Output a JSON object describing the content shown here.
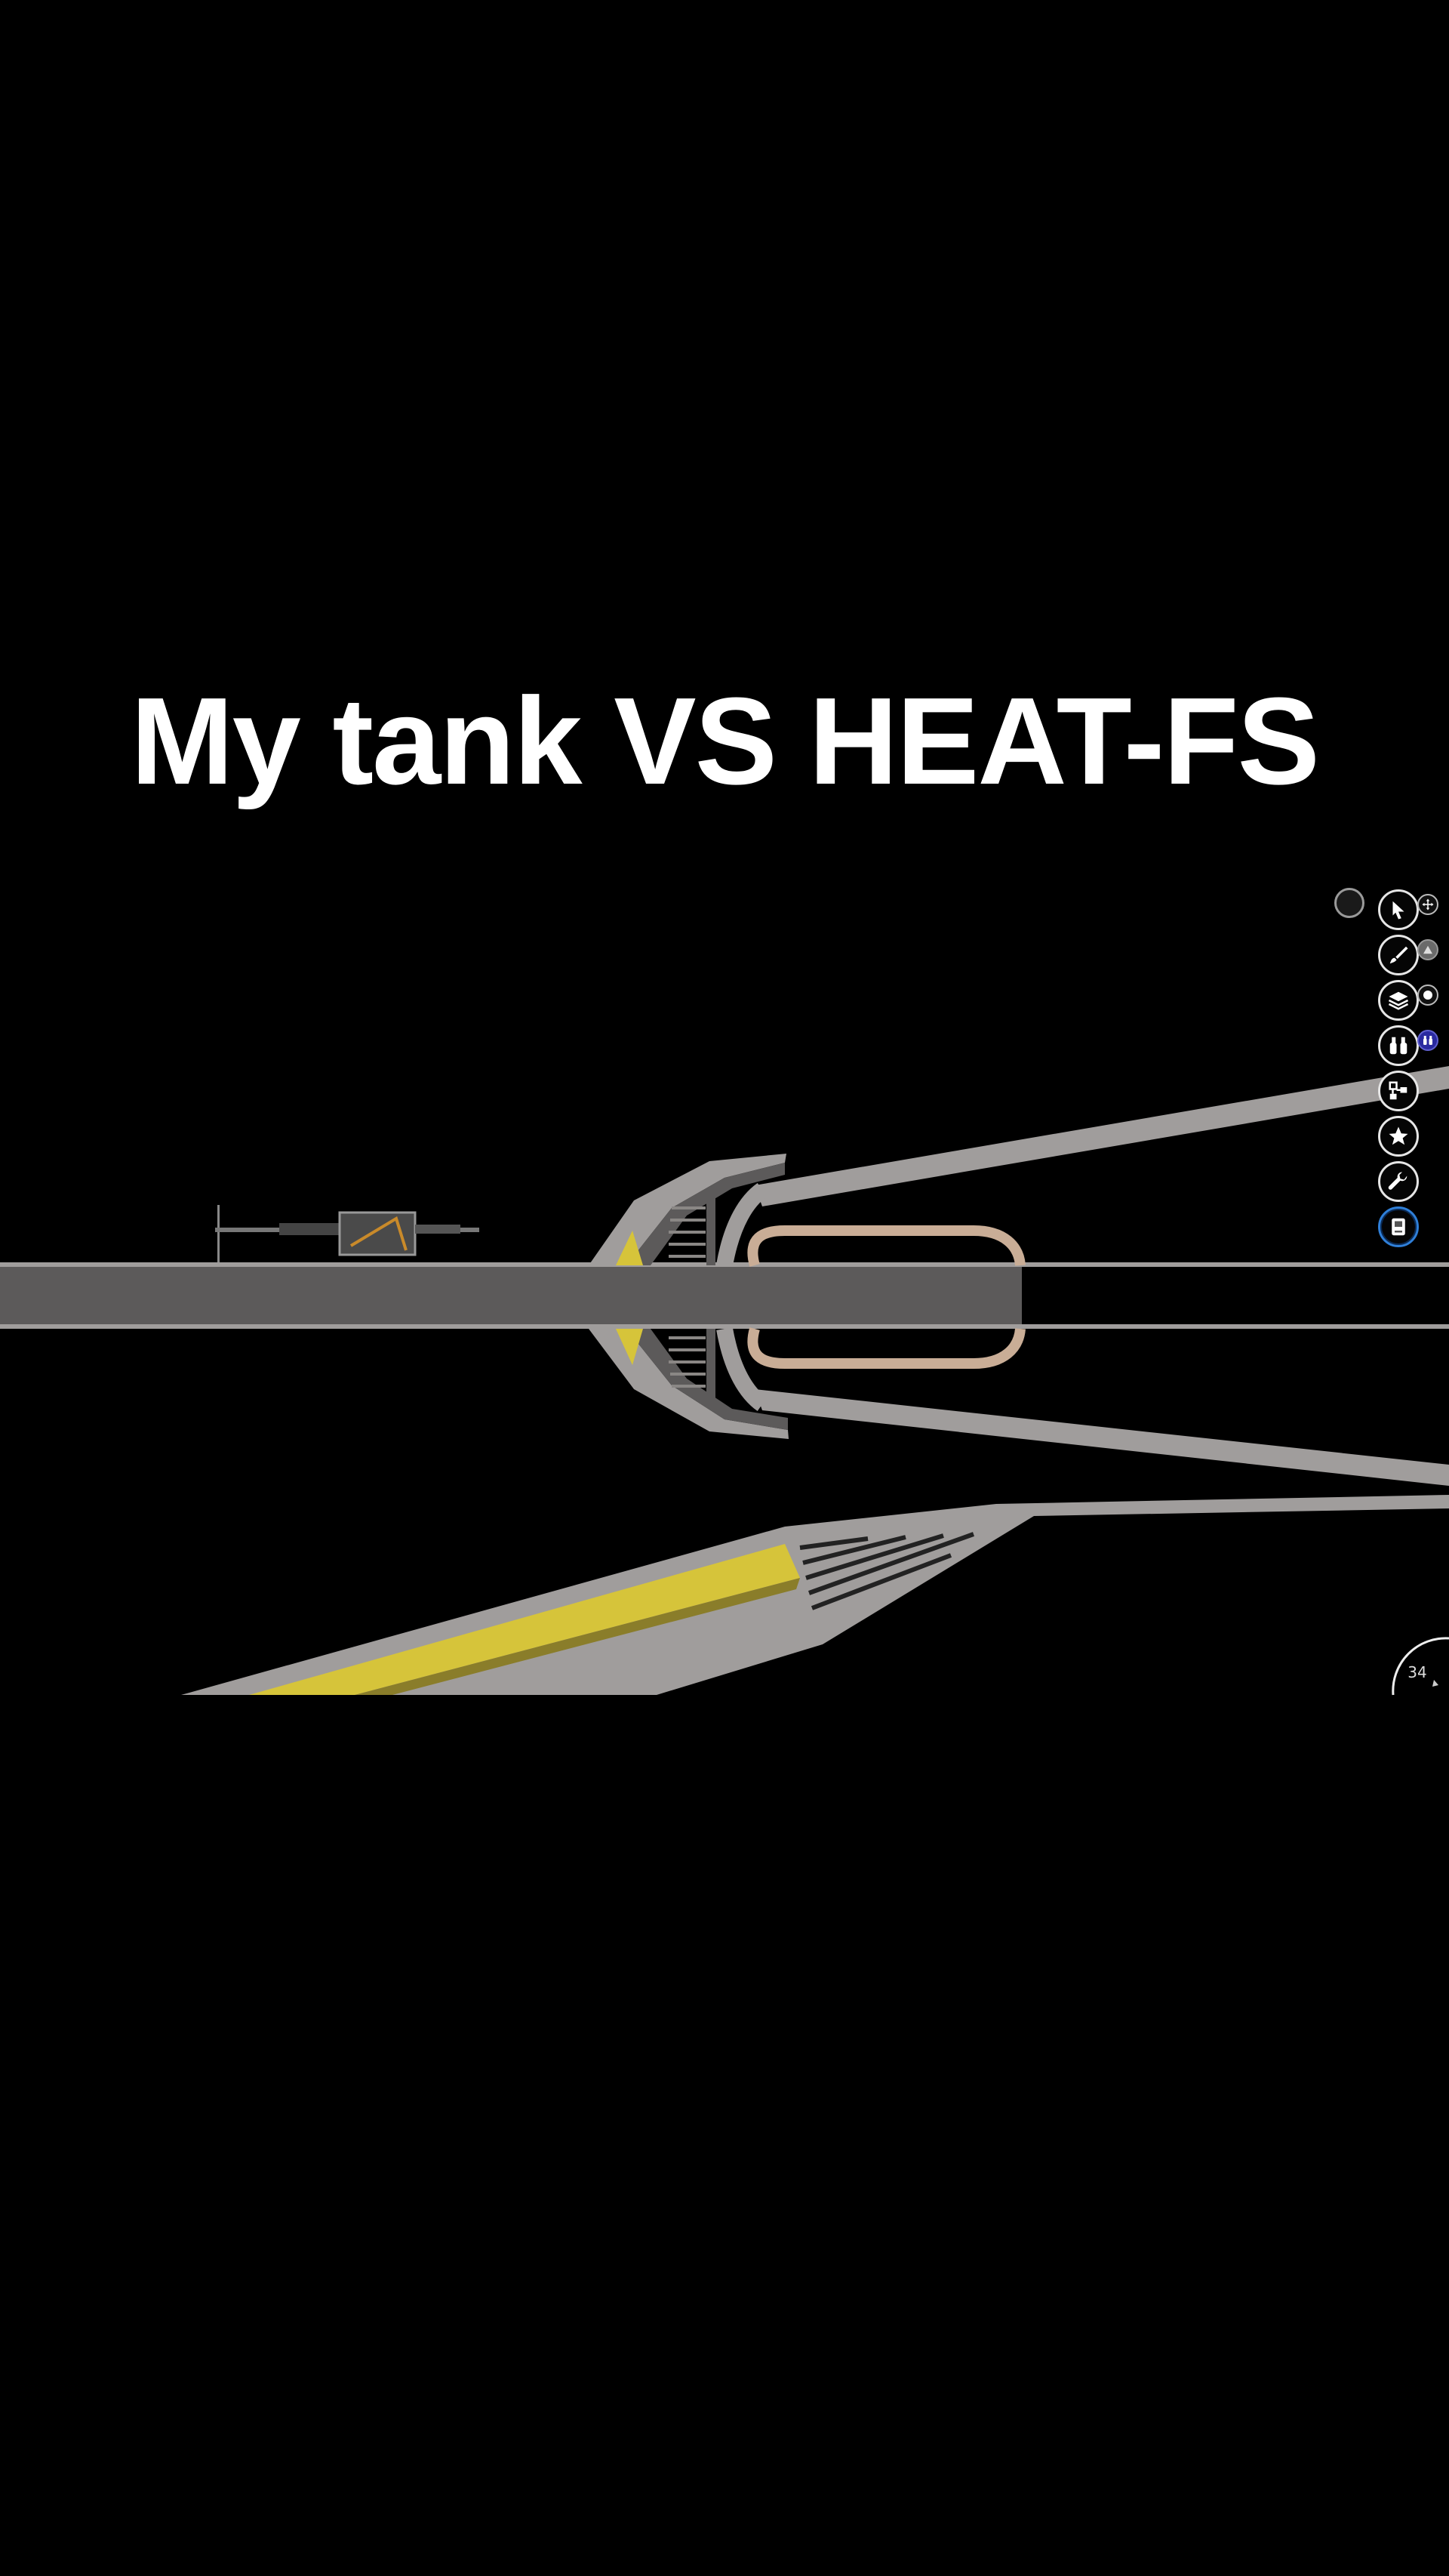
{
  "title": "My tank VS HEAT-FS",
  "toolbar": {
    "tools": [
      {
        "name": "pointer-tool-button",
        "icon": "cursor-arrow-icon",
        "active": false
      },
      {
        "name": "brush-tool-button",
        "icon": "paint-brush-icon",
        "active": false
      },
      {
        "name": "layers-tool-button",
        "icon": "layers-icon",
        "active": false
      },
      {
        "name": "binoculars-tool-button",
        "icon": "binoculars-icon",
        "active": false
      },
      {
        "name": "hierarchy-tool-button",
        "icon": "hierarchy-icon",
        "active": false
      },
      {
        "name": "favorites-tool-button",
        "icon": "star-icon",
        "active": false
      },
      {
        "name": "wrench-tool-button",
        "icon": "wrench-icon",
        "active": false
      },
      {
        "name": "notes-tool-button",
        "icon": "notebook-icon",
        "active": true
      }
    ],
    "sub_tools": [
      {
        "name": "move-subtool-button",
        "icon": "move-arrows-icon"
      },
      {
        "name": "fill-subtool-button",
        "icon": "triangle-icon"
      },
      {
        "name": "circle-subtool-button",
        "icon": "circle-icon"
      },
      {
        "name": "binoculars-subtool-button",
        "icon": "binoculars-icon"
      }
    ]
  },
  "dial": {
    "value": "34"
  },
  "colors": {
    "background": "#000000",
    "armor_grey": "#a09d9c",
    "plate_dark": "#5c5a5a",
    "explosive_yellow": "#d6c43a",
    "liner_tan": "#c9ad96",
    "active_blue": "#2f7fd8"
  }
}
